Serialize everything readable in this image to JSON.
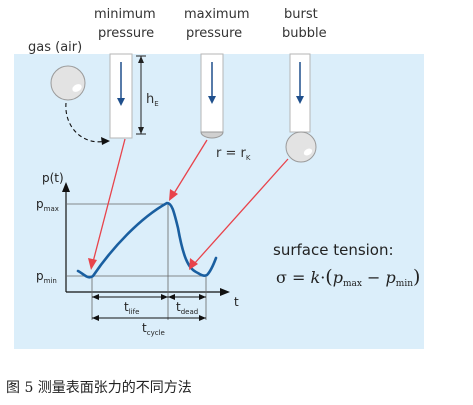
{
  "labels": {
    "gas": "gas (air)",
    "min_line1": "minimum",
    "min_line2": "pressure",
    "max_line1": "maximum",
    "max_line2": "pressure",
    "burst_line1": "burst",
    "burst_line2": "bubble",
    "hE_main": "h",
    "hE_sub": "E",
    "r_eq": "r = r",
    "r_sub": "K",
    "p_axis": "p(t)",
    "pmax_main": "p",
    "pmax_sub": "max",
    "pmin_main": "p",
    "pmin_sub": "min",
    "t_axis": "t",
    "tlife_main": "t",
    "tlife_sub": "life",
    "tdead_main": "t",
    "tdead_sub": "dead",
    "tcycle_main": "t",
    "tcycle_sub": "cycle",
    "surface_tension": "surface tension:"
  },
  "formula": {
    "sigma": "σ",
    "eq": " = ",
    "k": "k",
    "dot": "·",
    "open": "(",
    "p1": "p",
    "max": "max",
    "minus": " − ",
    "p2": "p",
    "min": "min",
    "close": ")"
  },
  "caption": "图 5 测量表面张力的不同方法",
  "colors": {
    "liquid": "#dbeefa",
    "curve": "#1a5fa0",
    "arrow": "#e8434b",
    "capillary_arrow": "#1f4f8c"
  }
}
